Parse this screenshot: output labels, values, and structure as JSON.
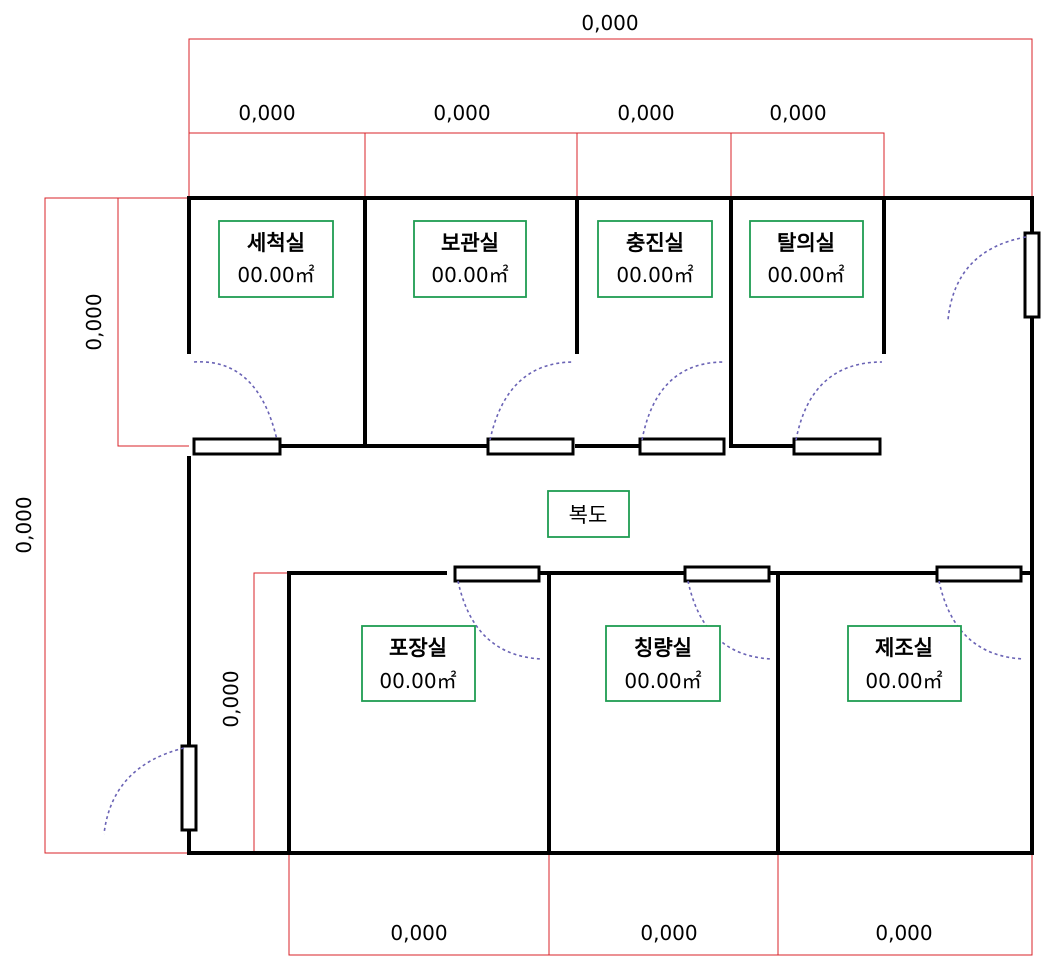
{
  "colors": {
    "dimension_line": "#d8232a",
    "wall": "#000000",
    "label_border": "#1f9c52",
    "door_swing": "#6a63b5"
  },
  "dimensions": {
    "top_overall": "0,000",
    "top_segment_1": "0,000",
    "top_segment_2": "0,000",
    "top_segment_3": "0,000",
    "top_segment_4": "0,000",
    "left_overall": "0,000",
    "left_upper": "0,000",
    "left_lower": "0,000",
    "bottom_segment_1": "0,000",
    "bottom_segment_2": "0,000",
    "bottom_segment_3": "0,000"
  },
  "rooms": {
    "washing": {
      "name": "세척실",
      "area": "00.00㎡"
    },
    "storage": {
      "name": "보관실",
      "area": "00.00㎡"
    },
    "filling": {
      "name": "충진실",
      "area": "00.00㎡"
    },
    "undressing": {
      "name": "탈의실",
      "area": "00.00㎡"
    },
    "corridor": {
      "name": "복도"
    },
    "packaging": {
      "name": "포장실",
      "area": "00.00㎡"
    },
    "weighing": {
      "name": "칭량실",
      "area": "00.00㎡"
    },
    "manufacturing": {
      "name": "제조실",
      "area": "00.00㎡"
    }
  }
}
